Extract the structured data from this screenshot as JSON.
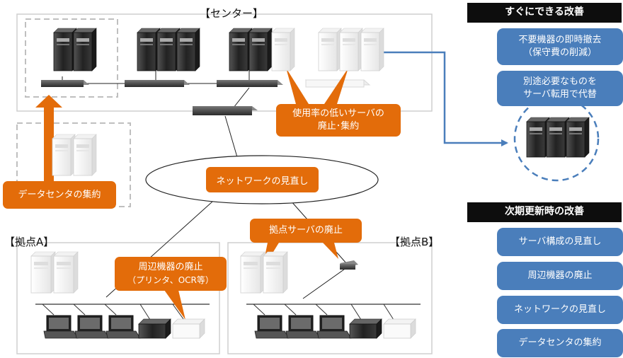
{
  "diagram": {
    "center_label": "【センター】",
    "site_a_label": "【拠点A】",
    "site_b_label": "【拠点B】",
    "network_review": "ネットワークの見直し",
    "callouts": {
      "server_consolidation": [
        "使用率の低いサーバの",
        "廃止･集約"
      ],
      "datacenter_consolidation": "データセンタの集約",
      "site_server_abolish": "拠点サーバの廃止",
      "peripheral_abolish": [
        "周辺機器の廃止",
        "（プリンタ、OCR等）"
      ]
    }
  },
  "side_panel": {
    "immediate": {
      "header": "すぐにできる改善",
      "items": [
        [
          "不要機器の即時撤去",
          "（保守費の削減）"
        ],
        [
          "別途必要なものを",
          "サーバ転用で代替"
        ]
      ]
    },
    "next_update": {
      "header": "次期更新時の改善",
      "items": [
        "サーバ構成の見直し",
        "周辺機器の廃止",
        "ネットワークの見直し",
        "データセンタの集約"
      ]
    }
  },
  "colors": {
    "orange": "#e36c0a",
    "blue": "#4a7ebb",
    "dark_server": "#2b2b2b",
    "white_server": "#f4f4f4"
  }
}
